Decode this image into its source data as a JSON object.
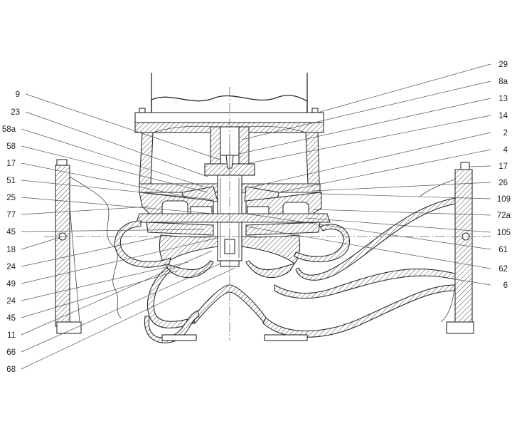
{
  "labels": {
    "left": [
      "9",
      "23",
      "58a",
      "58",
      "17",
      "51",
      "25",
      "77",
      "45",
      "18",
      "24",
      "49",
      "24",
      "45",
      "11",
      "66",
      "68"
    ],
    "right": [
      "29",
      "8a",
      "13",
      "14",
      "2",
      "4",
      "17",
      "26",
      "109",
      "72a",
      "105",
      "61",
      "62",
      "6"
    ]
  }
}
